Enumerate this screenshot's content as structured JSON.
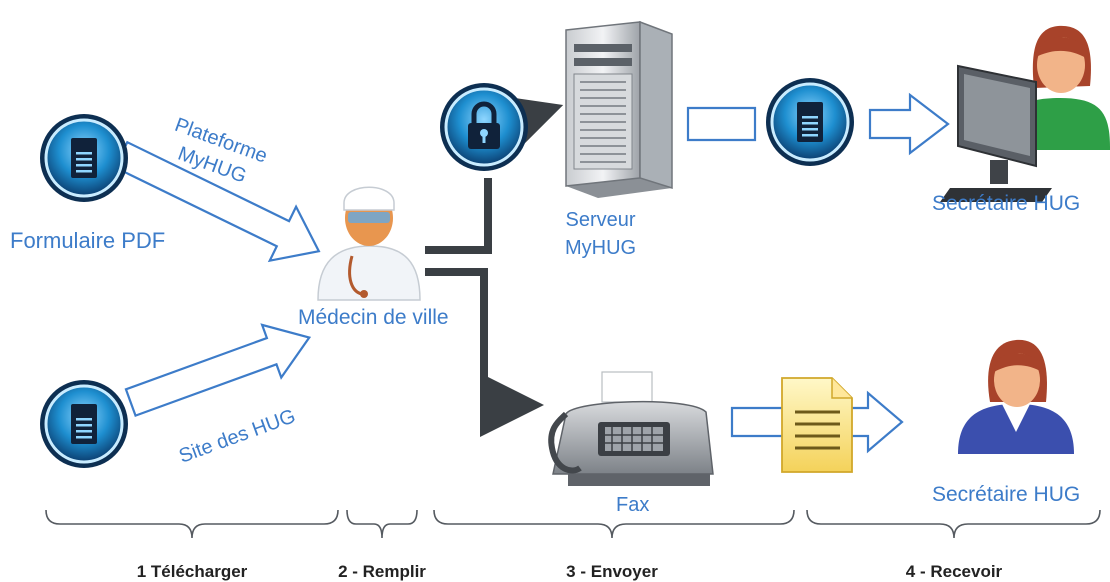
{
  "nodes": {
    "pdf_form": "Formulaire PDF",
    "doctor": "Médecin de ville",
    "server": "Serveur\nMyHUG",
    "fax": "Fax",
    "secretary_top": "Secrétaire HUG",
    "secretary_bottom": "Secrétaire HUG"
  },
  "edges": {
    "platform": "Plateforme\nMyHUG",
    "hug_site": "Site des HUG"
  },
  "steps": [
    "1 Télécharger",
    "2 - Remplir",
    "3 - Envoyer",
    "4 - Recevoir"
  ],
  "colors": {
    "label_blue": "#3d7cc9",
    "dark_line": "#3a3f44",
    "icon_blue": "#1e8fd0"
  }
}
